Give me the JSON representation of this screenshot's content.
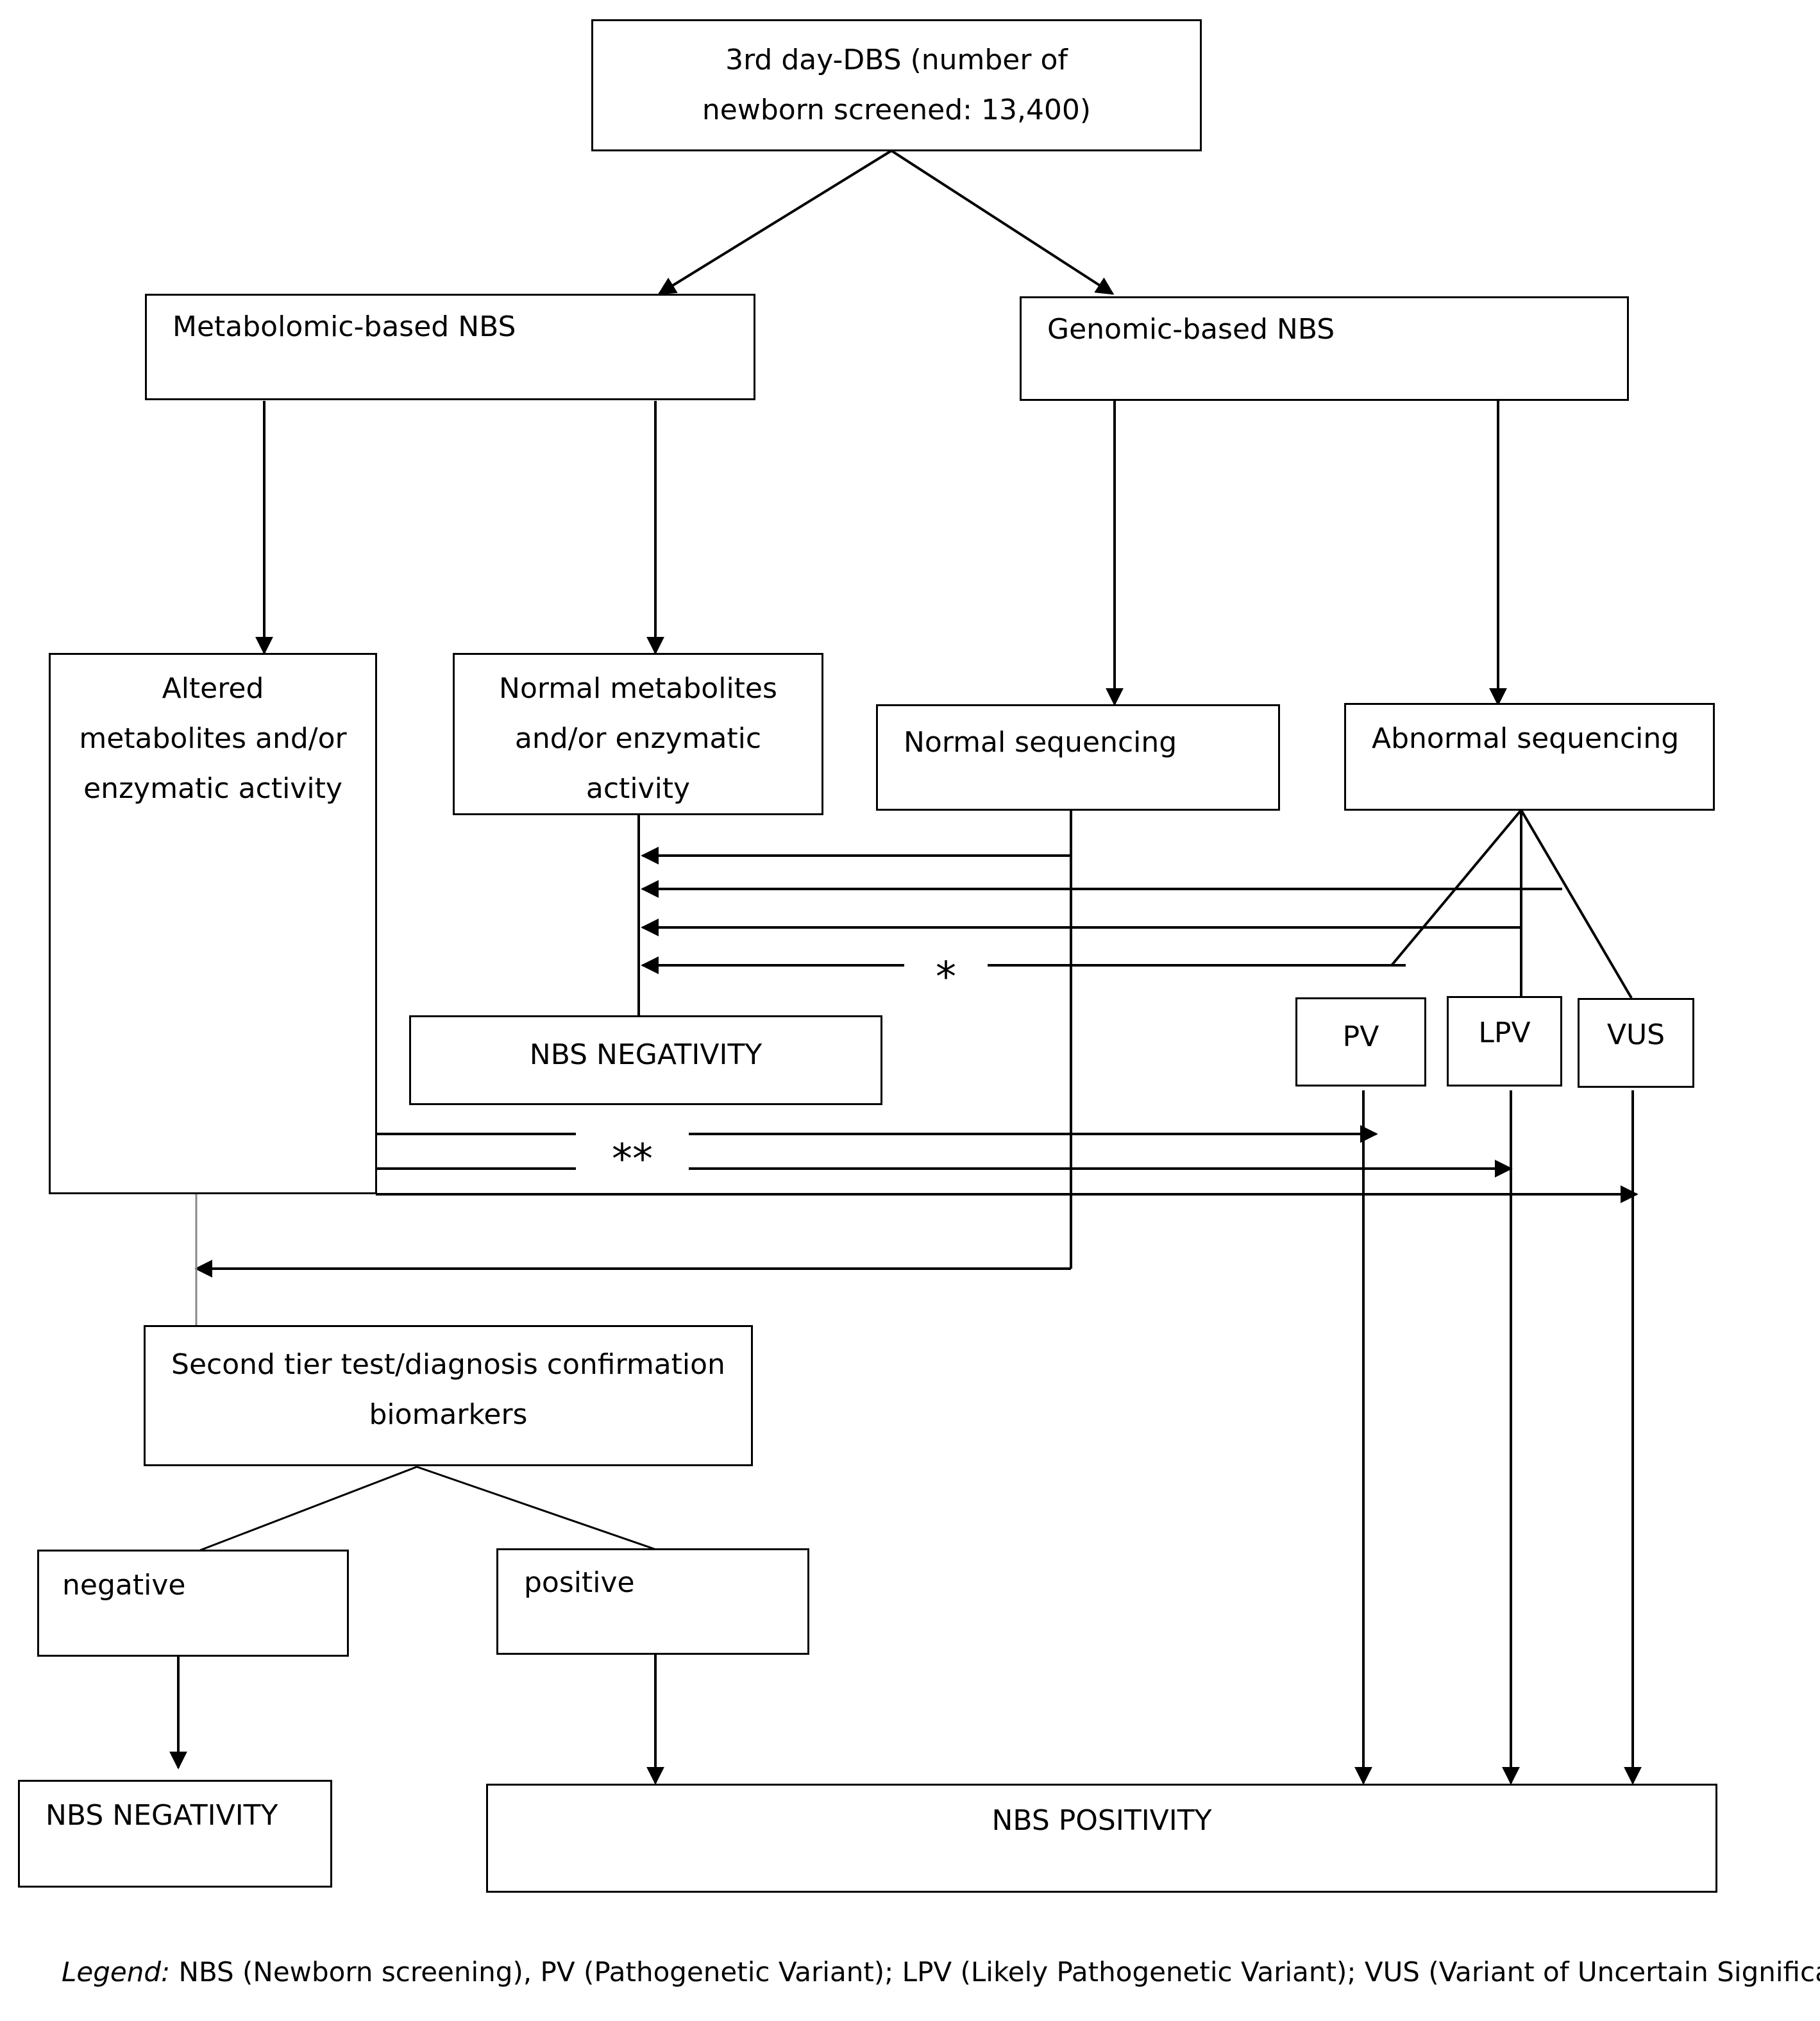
{
  "nodes": {
    "dbs": "3rd day-DBS (number of\nnewborn screened: 13,400)",
    "metabolomic": "Metabolomic-based NBS",
    "genomic": "Genomic-based NBS",
    "altered": "Altered\nmetabolites and/or\nenzymatic activity",
    "normal_metabolites": "Normal metabolites\nand/or enzymatic\nactivity",
    "normal_sequencing": "Normal sequencing",
    "abnormal_sequencing": "Abnormal sequencing",
    "pv": "PV",
    "lpv": "LPV",
    "vus": "VUS",
    "nbs_negativity_mid": "NBS NEGATIVITY",
    "second_tier": "Second tier test/diagnosis confirmation\nbiomarkers",
    "negative": "negative",
    "positive": "positive",
    "nbs_negativity_bottom": "NBS NEGATIVITY",
    "nbs_positivity": "NBS POSITIVITY"
  },
  "marks": {
    "single_star": "*",
    "double_star": "**"
  },
  "legend": {
    "label": "Legend:",
    "text": " NBS (Newborn screening), PV (Pathogenetic Variant); LPV (Likely Pathogenetic Variant); VUS (Variant of Uncertain Significance)"
  }
}
